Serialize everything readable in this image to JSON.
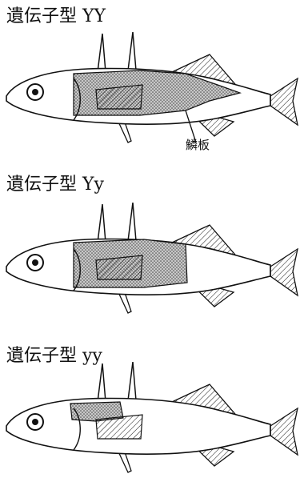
{
  "panels": [
    {
      "label": "遺伝子型 YY"
    },
    {
      "label": "遺伝子型 Yy"
    },
    {
      "label": "遺伝子型 yy"
    }
  ],
  "callout": {
    "text": "鱗板"
  },
  "colors": {
    "line": "#111111",
    "plate": "#9a9a9a",
    "fill": "#ffffff"
  }
}
